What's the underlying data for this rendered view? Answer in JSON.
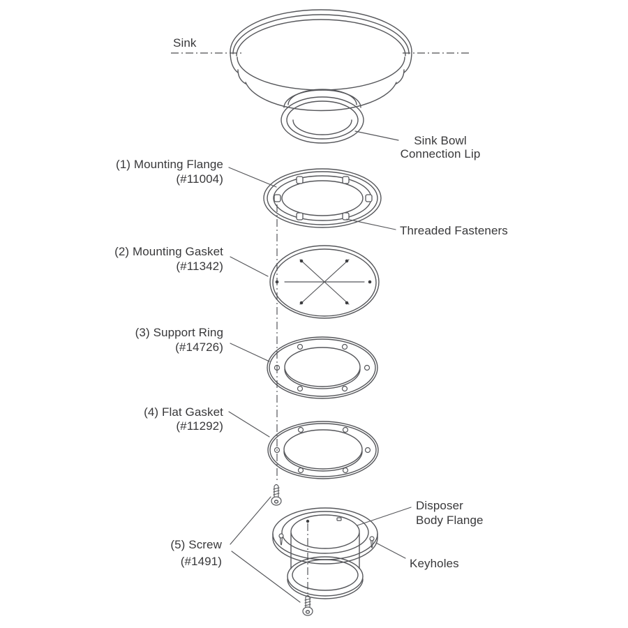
{
  "diagram": {
    "type": "exploded-assembly",
    "subject": "Sink disposer mounting assembly"
  },
  "colors": {
    "background": "#ffffff",
    "line": "#55565a",
    "text": "#38383a"
  },
  "annotations": {
    "sink": "Sink",
    "sink_bowl_connection_lip": {
      "line1": "Sink Bowl",
      "line2": "Connection Lip"
    },
    "threaded_fasteners": "Threaded Fasteners",
    "disposer_body_flange": {
      "line1": "Disposer",
      "line2": "Body Flange"
    },
    "keyholes": "Keyholes"
  },
  "parts": [
    {
      "label": "(1) Mounting Flange",
      "part_number": "(#11004)"
    },
    {
      "label": "(2) Mounting Gasket",
      "part_number": "(#11342)"
    },
    {
      "label": "(3) Support Ring",
      "part_number": "(#14726)"
    },
    {
      "label": "(4) Flat Gasket",
      "part_number": "(#11292)"
    },
    {
      "label": "(5) Screw",
      "part_number": "(#1491)"
    }
  ]
}
